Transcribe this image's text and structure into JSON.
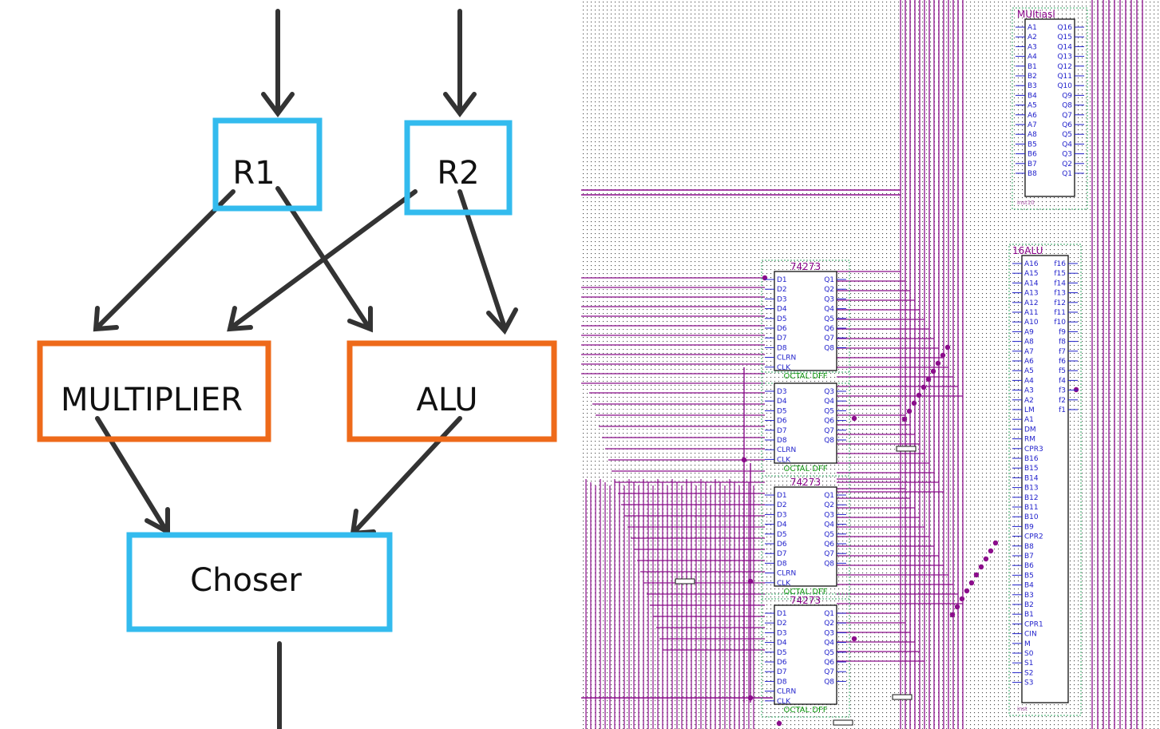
{
  "colors": {
    "register_border": "#33bbee",
    "unit_border": "#ee6a1a",
    "arrow": "#333333",
    "wire": "#8b0d8b",
    "pin_text": "#2222cc",
    "chip_title": "#880088",
    "chip_footer": "#119911",
    "grid_dot": "#333333"
  },
  "block_diagram": {
    "blocks": {
      "r1": "R1",
      "r2": "R2",
      "multiplier": "MULTIPLIER",
      "alu": "ALU",
      "choser": "Choser"
    }
  },
  "schematic": {
    "multiplier_chip": {
      "title": "MUItiasl",
      "footer": "inst10",
      "left_pins": [
        "A1",
        "A2",
        "A3",
        "A4",
        "B1",
        "B2",
        "B3",
        "B4",
        "A5",
        "A6",
        "A7",
        "A8",
        "B5",
        "B6",
        "B7",
        "B8"
      ],
      "right_pins": [
        "Q16",
        "Q15",
        "Q14",
        "Q13",
        "Q12",
        "Q11",
        "Q10",
        "Q9",
        "Q8",
        "Q7",
        "Q6",
        "Q5",
        "Q4",
        "Q3",
        "Q2",
        "Q1"
      ]
    },
    "alu_chip": {
      "title": "16ALU",
      "footer": "inst",
      "left_pins": [
        "A16",
        "A15",
        "A14",
        "A13",
        "A12",
        "A11",
        "A10",
        "A9",
        "A8",
        "A7",
        "A6",
        "A5",
        "A4",
        "A3",
        "A2",
        "LM",
        "A1",
        "DM",
        "RM",
        "CPR3",
        "B16",
        "B15",
        "B14",
        "B13",
        "B12",
        "B11",
        "B10",
        "B9",
        "CPR2",
        "B8",
        "B7",
        "B6",
        "B5",
        "B4",
        "B3",
        "B2",
        "B1",
        "CPR1",
        "CIN",
        "M",
        "S0",
        "S1",
        "S2",
        "S3"
      ],
      "right_pins": [
        "f16",
        "f15",
        "f14",
        "f13",
        "f12",
        "f11",
        "f10",
        "f9",
        "f8",
        "f7",
        "f6",
        "f5",
        "f4",
        "f3",
        "f2",
        "f1"
      ]
    },
    "dff_chips": [
      {
        "title": "74273",
        "footer": "OCTAL DFF",
        "left_pins": [
          "D1",
          "D2",
          "D3",
          "D4",
          "D5",
          "D6",
          "D7",
          "D8",
          "CLRN",
          "CLK"
        ],
        "right_pins": [
          "Q1",
          "Q2",
          "Q3",
          "Q4",
          "Q5",
          "Q6",
          "Q7",
          "Q8"
        ]
      },
      {
        "title": "",
        "footer": "OCTAL DFF",
        "left_pins": [
          "D3",
          "D4",
          "D5",
          "D6",
          "D7",
          "D8",
          "CLRN",
          "CLK"
        ],
        "right_pins": [
          "Q3",
          "Q4",
          "Q5",
          "Q6",
          "Q7",
          "Q8"
        ]
      },
      {
        "title": "74273",
        "footer": "OCTAL DFF",
        "left_pins": [
          "D1",
          "D2",
          "D3",
          "D4",
          "D5",
          "D6",
          "D7",
          "D8",
          "CLRN",
          "CLK"
        ],
        "right_pins": [
          "Q1",
          "Q2",
          "Q3",
          "Q4",
          "Q5",
          "Q6",
          "Q7",
          "Q8"
        ]
      },
      {
        "title": "74273",
        "footer": "OCTAL DFF",
        "left_pins": [
          "D1",
          "D2",
          "D3",
          "D4",
          "D5",
          "D6",
          "D7",
          "D8",
          "CLRN",
          "CLK"
        ],
        "right_pins": [
          "Q1",
          "Q2",
          "Q3",
          "Q4",
          "Q5",
          "Q6",
          "Q7",
          "Q8"
        ]
      }
    ]
  }
}
